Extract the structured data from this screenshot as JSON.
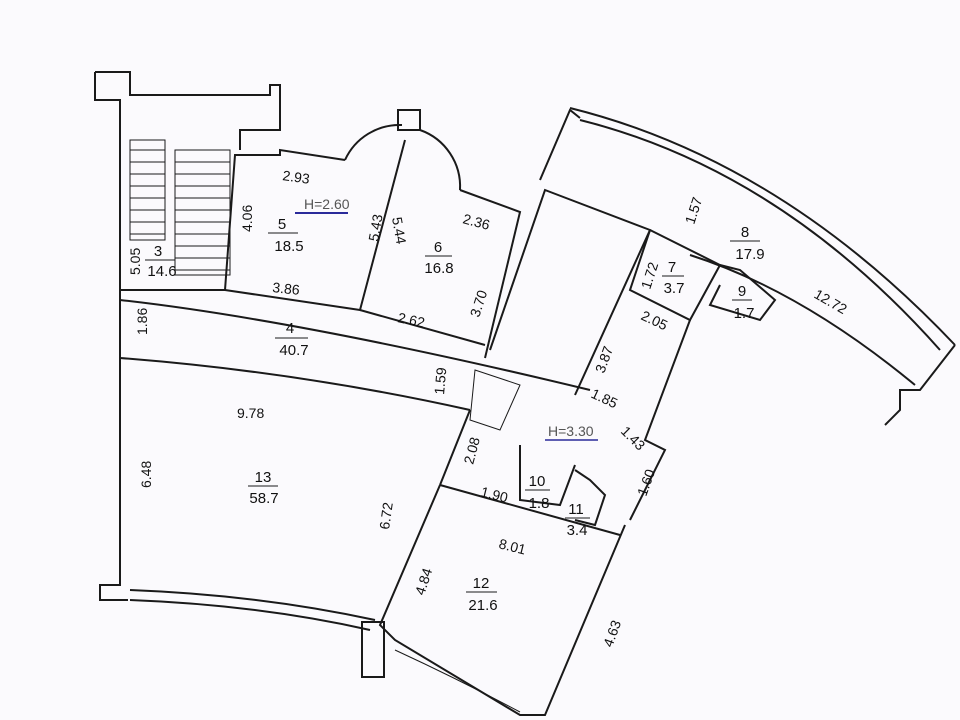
{
  "title": "Floor plan",
  "heights": [
    "H=2.60",
    "H=3.30"
  ],
  "rooms": [
    {
      "no": "3",
      "area": "14.6"
    },
    {
      "no": "4",
      "area": "40.7"
    },
    {
      "no": "5",
      "area": "18.5"
    },
    {
      "no": "6",
      "area": "16.8"
    },
    {
      "no": "7",
      "area": "3.7"
    },
    {
      "no": "8",
      "area": "17.9"
    },
    {
      "no": "9",
      "area": "1.7"
    },
    {
      "no": "10",
      "area": "1.8"
    },
    {
      "no": "11",
      "area": "3.4"
    },
    {
      "no": "12",
      "area": "21.6"
    },
    {
      "no": "13",
      "area": "58.7"
    }
  ],
  "dims": [
    "2.93",
    "4.06",
    "5.43",
    "5.44",
    "2.36",
    "5.05",
    "3.86",
    "2.62",
    "3.70",
    "1.86",
    "1.59",
    "9.78",
    "6.48",
    "6.72",
    "2.08",
    "1.90",
    "8.01",
    "4.84",
    "4.63",
    "3.87",
    "1.85",
    "1.43",
    "1.60",
    "2.05",
    "1.72",
    "1.57",
    "12.72"
  ],
  "colors": {
    "walls": "#1a1a1a",
    "height_underline": "#2a2a9a"
  }
}
